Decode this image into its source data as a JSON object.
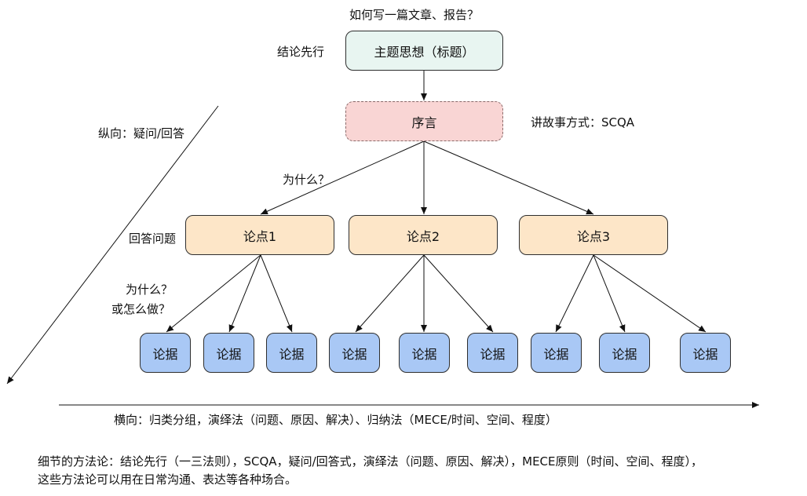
{
  "question": "如何写一篇文章、报告？",
  "labels": {
    "conclusion_first": "结论先行",
    "storytelling": "讲故事方式：SCQA",
    "vertical": "纵向：疑问/回答",
    "why": "为什么？",
    "answer": "回答问题",
    "why2": "为什么？",
    "how": "或怎么做？",
    "horizontal": "横向：归类分组，演绎法（问题、原因、解决）、归纳法（MECE/时间、空间、程度）"
  },
  "nodes": {
    "title": "主题思想（标题）",
    "preface": "序言",
    "arguments": [
      "论点1",
      "论点2",
      "论点3"
    ],
    "evidence": [
      "论据",
      "论据",
      "论据",
      "论据",
      "论据",
      "论据",
      "论据",
      "论据",
      "论据"
    ]
  },
  "footer": {
    "line1": "细节的方法论：结论先行（一三法则），SCQA，疑问/回答式，演绎法（问题、原因、解决），MECE原则（时间、空间、程度），",
    "line2": "这些方法论可以用在日常沟通、表达等各种场合。"
  },
  "colors": {
    "title_fill": "#e8f5f1",
    "preface_fill": "#f9d5d4",
    "argument_fill": "#fde6c8",
    "evidence_fill": "#a9c8f5"
  }
}
